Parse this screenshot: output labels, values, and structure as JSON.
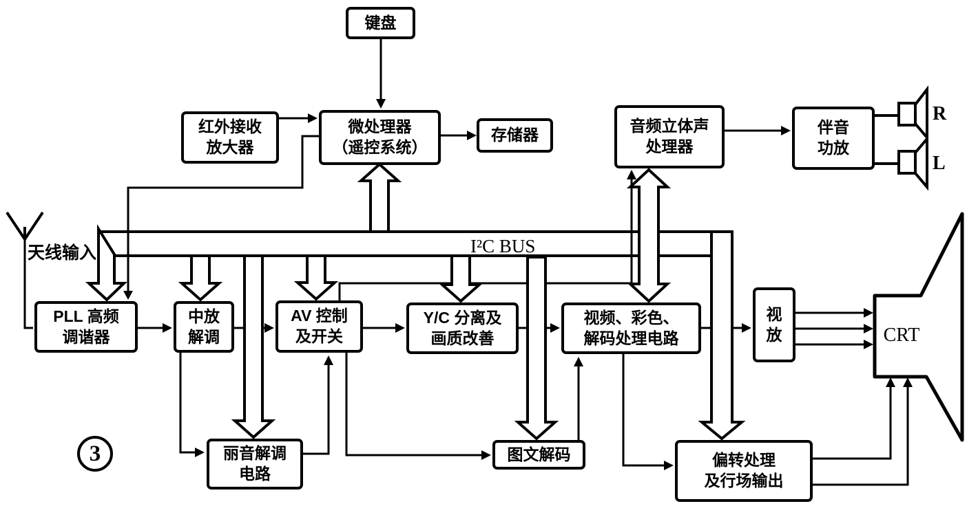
{
  "figure": {
    "number": "3"
  },
  "labels": {
    "antenna": "天线输入",
    "bus": "I²C BUS",
    "crt": "CRT",
    "speaker_right": "R",
    "speaker_left": "L"
  },
  "blocks": {
    "keyboard": {
      "line1": "键盘"
    },
    "ir_receiver": {
      "line1": "红外接收",
      "line2": "放大器"
    },
    "mcu": {
      "line1": "微处理器",
      "line2": "（遥控系统）"
    },
    "memory": {
      "line1": "存储器"
    },
    "audio_processor": {
      "line1": "音频立体声",
      "line2": "处理器"
    },
    "sound_amp": {
      "line1": "伴音",
      "line2": "功放"
    },
    "tuner": {
      "line1": "PLL 高频",
      "line2": "调谐器"
    },
    "if_demod": {
      "line1": "中放",
      "line2": "解调"
    },
    "av_switch": {
      "line1": "AV 控制",
      "line2": "及开关"
    },
    "yc_separation": {
      "line1": "Y/C 分离及",
      "line2": "画质改善"
    },
    "video_decoder": {
      "line1": "视频、彩色、",
      "line2": "解码处理电路"
    },
    "video_amp": {
      "line1": "视",
      "line2": "放"
    },
    "nicam": {
      "line1": "丽音解调",
      "line2": "电路"
    },
    "teletext": {
      "line1": "图文解码"
    },
    "deflection": {
      "line1": "偏转处理",
      "line2": "及行场输出"
    }
  }
}
